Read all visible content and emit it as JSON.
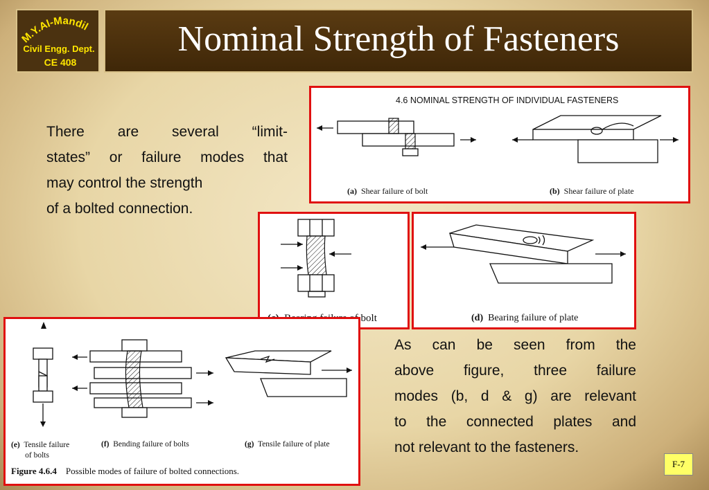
{
  "logo": {
    "line1": "M.Y.Al-Mandil",
    "line2": "Civil Engg. Dept.",
    "line3": "CE 408"
  },
  "title": "Nominal Strength of Fasteners",
  "paragraph1": [
    "There are several “limit-",
    "states” or failure modes that",
    "may control the strength",
    "of a bolted connection."
  ],
  "paragraph2": [
    "As can be seen from the",
    "above figure, three failure",
    "modes (b, d & g) are relevant",
    "to the connected plates and",
    "not relevant to the fasteners."
  ],
  "figures": {
    "top": {
      "heading": "4.6   NOMINAL STRENGTH OF INDIVIDUAL FASTENERS",
      "cap_a_letter": "(a)",
      "cap_a": "Shear failure of bolt",
      "cap_b_letter": "(b)",
      "cap_b": "Shear failure of plate"
    },
    "c": {
      "letter": "(c)",
      "caption": "Bearing failure of bolt"
    },
    "d": {
      "letter": "(d)",
      "caption": "Bearing failure of plate"
    },
    "bottom": {
      "cap_e_letter": "(e)",
      "cap_e1": "Tensile failure",
      "cap_e2": "of bolts",
      "cap_f_letter": "(f)",
      "cap_f": "Bending failure of bolts",
      "cap_g_letter": "(g)",
      "cap_g": "Tensile failure of plate",
      "fig_label": "Figure 4.6.4",
      "fig_caption": "Possible modes of failure of bolted connections."
    }
  },
  "slide_number": "F-7"
}
